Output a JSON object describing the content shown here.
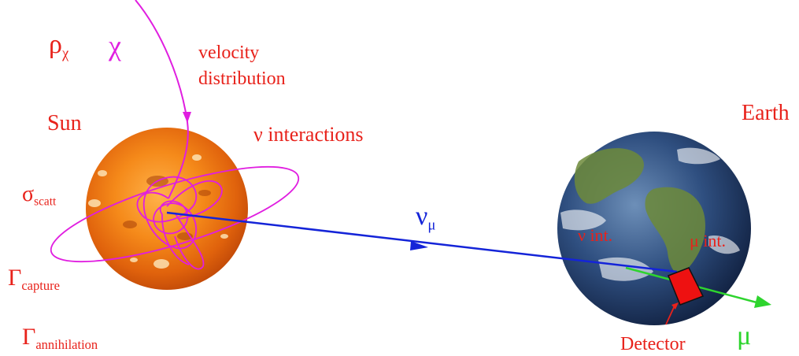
{
  "labels": {
    "rho": {
      "main": "ρ",
      "sub": "χ"
    },
    "chi": "χ",
    "velocity_line1": "velocity",
    "velocity_line2": "distribution",
    "sun": "Sun",
    "nu_interactions": "ν interactions",
    "earth": "Earth",
    "sigma": {
      "main": "σ",
      "sub": "scatt"
    },
    "gamma_capture": {
      "main": "Γ",
      "sub": "capture"
    },
    "gamma_annihilation": {
      "main": "Γ",
      "sub": "annihilation"
    },
    "nu_mu": {
      "main": "ν",
      "sub": "μ"
    },
    "nu_int": "ν int.",
    "mu_int": "μ int.",
    "detector": "Detector",
    "mu": "μ"
  },
  "colors": {
    "label_red": "#e8221b",
    "orbit_magenta": "#e01ee0",
    "neutrino_blue": "#1424d8",
    "muon_green": "#2ed42e",
    "detector_red": "#ee1111",
    "sun_orange": "#f07a12",
    "earth_blue": "#24406e"
  },
  "icons": {
    "sun": "sun-icon",
    "earth": "earth-icon",
    "detector": "detector-icon"
  }
}
